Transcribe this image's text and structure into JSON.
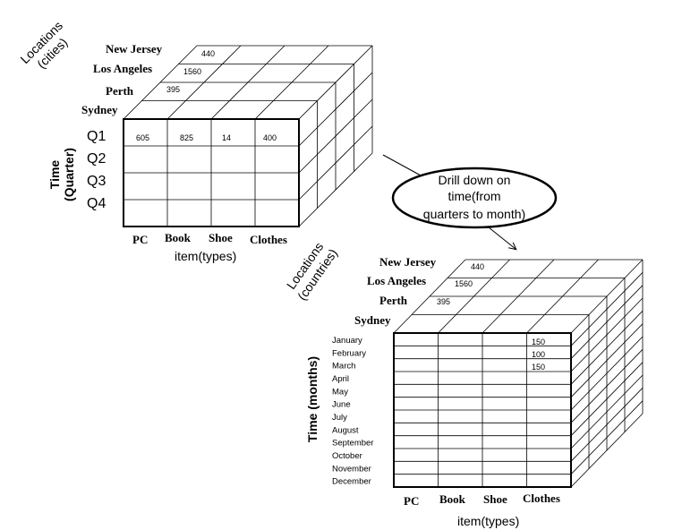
{
  "cube1": {
    "location_axis_label": [
      "Locations",
      "(cities)"
    ],
    "locations": [
      "New Jersey",
      "Los Angeles",
      "Perth",
      "Sydney"
    ],
    "location_values": [
      "440",
      "1560",
      "395"
    ],
    "time_axis_label": [
      "Time",
      "(Quarter)"
    ],
    "quarters": [
      "Q1",
      "Q2",
      "Q3",
      "Q4"
    ],
    "q1_values": [
      "605",
      "825",
      "14",
      "400"
    ],
    "items": [
      "PC",
      "Book",
      "Shoe",
      "Clothes"
    ],
    "item_axis_label": "item(types)"
  },
  "countries_label": [
    "Locations",
    "(countries)"
  ],
  "drill_bubble": [
    "Drill down on",
    "time(from",
    "quarters to month)"
  ],
  "cube2": {
    "locations": [
      "New Jersey",
      "Los Angeles",
      "Perth",
      "Sydney"
    ],
    "location_values": [
      "440",
      "1560",
      "395"
    ],
    "time_axis_label": "Time (months)",
    "months": [
      "January",
      "February",
      "March",
      "April",
      "May",
      "June",
      "July",
      "August",
      "September",
      "October",
      "November",
      "December"
    ],
    "clothes_values": [
      "150",
      "100",
      "150"
    ],
    "items": [
      "PC",
      "Book",
      "Shoe",
      "Clothes"
    ],
    "item_axis_label": "item(types)"
  }
}
